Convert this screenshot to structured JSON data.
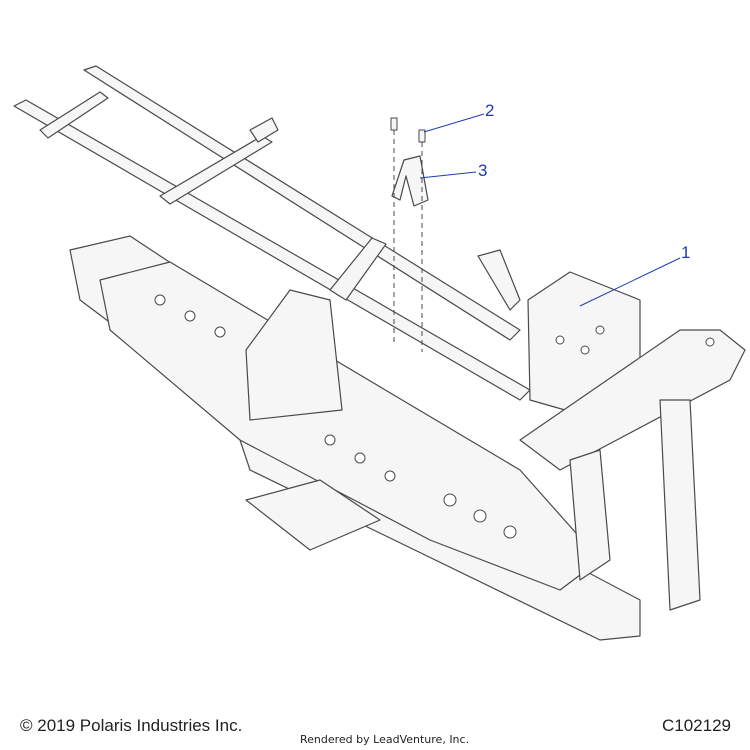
{
  "callouts": [
    {
      "num": "1",
      "label": "1"
    },
    {
      "num": "2",
      "label": "2"
    },
    {
      "num": "3",
      "label": "3"
    }
  ],
  "footer": {
    "copyright": "© 2019 Polaris Industries Inc.",
    "rendered_by": "Rendered by LeadVenture, Inc.",
    "figure_code": "C102129"
  },
  "colors": {
    "line": "#4a4a4a",
    "callout": "#1f3bb3",
    "fill": "#f6f6f6"
  }
}
